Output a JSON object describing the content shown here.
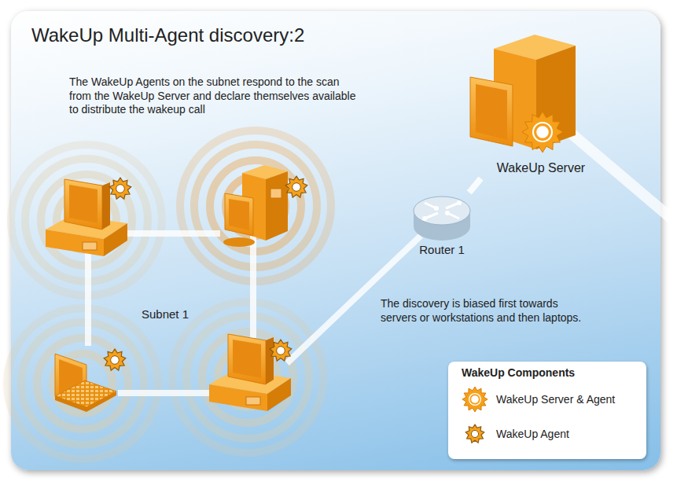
{
  "diagram": {
    "title": "WakeUp Multi-Agent discovery:2",
    "nodes": [
      {
        "text": [
          "Router 1"
        ]
      },
      {
        "text": [
          "WakeUp Server"
        ]
      }
    ],
    "edges": [
      {
        "from": 0,
        "to": 1,
        "arrow": "none"
      }
    ],
    "labels": [
      "The WakeUp Agents on the subnet respond to the scan from the WakeUp Server and declare themselves available to distribute the wakeup call",
      "Subnet 1",
      "The discovery is biased first towards servers or workstations and then laptops.",
      "WakeUp Components"
    ],
    "legend": [
      {
        "text": "WakeUp Server & Agent"
      },
      {
        "text": "WakeUp Agent"
      }
    ]
  }
}
